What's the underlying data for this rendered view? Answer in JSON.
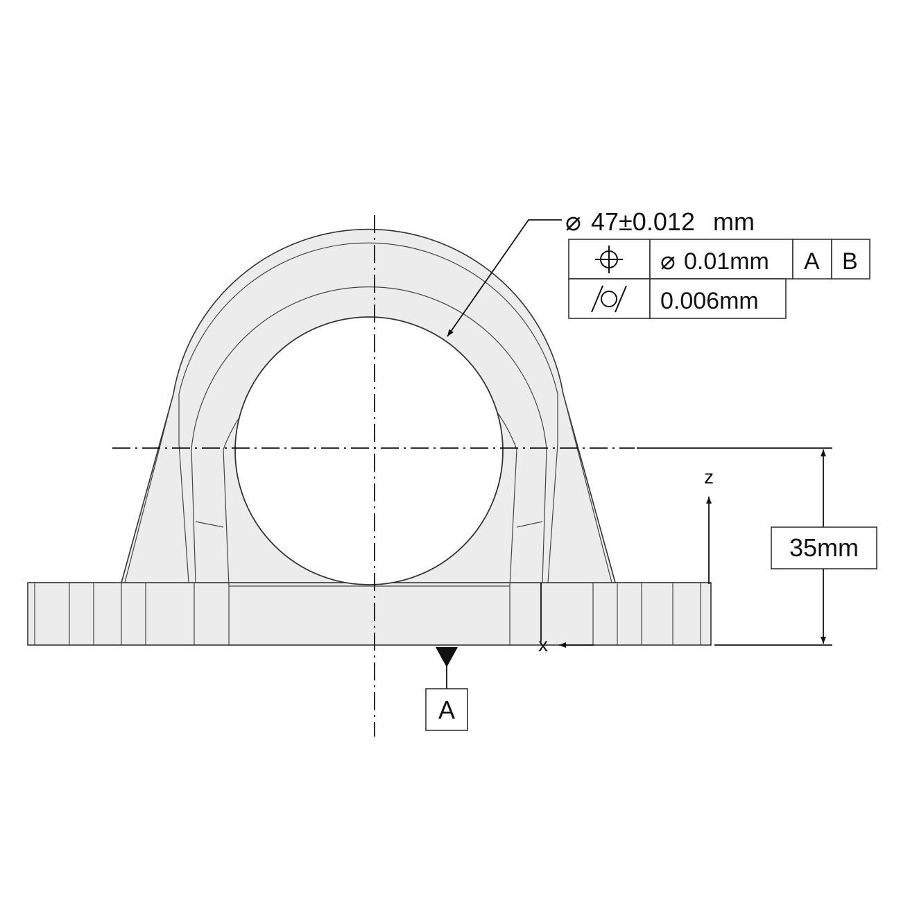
{
  "callout": {
    "diameter_symbol": "⌀",
    "diameter_text": "47±0.012",
    "unit": "mm"
  },
  "feature_control_frame": {
    "rows": [
      {
        "symbol_name": "position-icon",
        "tolerance_symbol": "⌀",
        "tolerance": "0.01mm",
        "datums": [
          "A",
          "B"
        ]
      },
      {
        "symbol_name": "cylindricity-icon",
        "tolerance": "0.006mm",
        "datums": []
      }
    ]
  },
  "height_dimension": {
    "label": "35mm"
  },
  "axes": {
    "z_label": "z",
    "x_label": "x"
  },
  "datum_feature": {
    "label": "A"
  }
}
